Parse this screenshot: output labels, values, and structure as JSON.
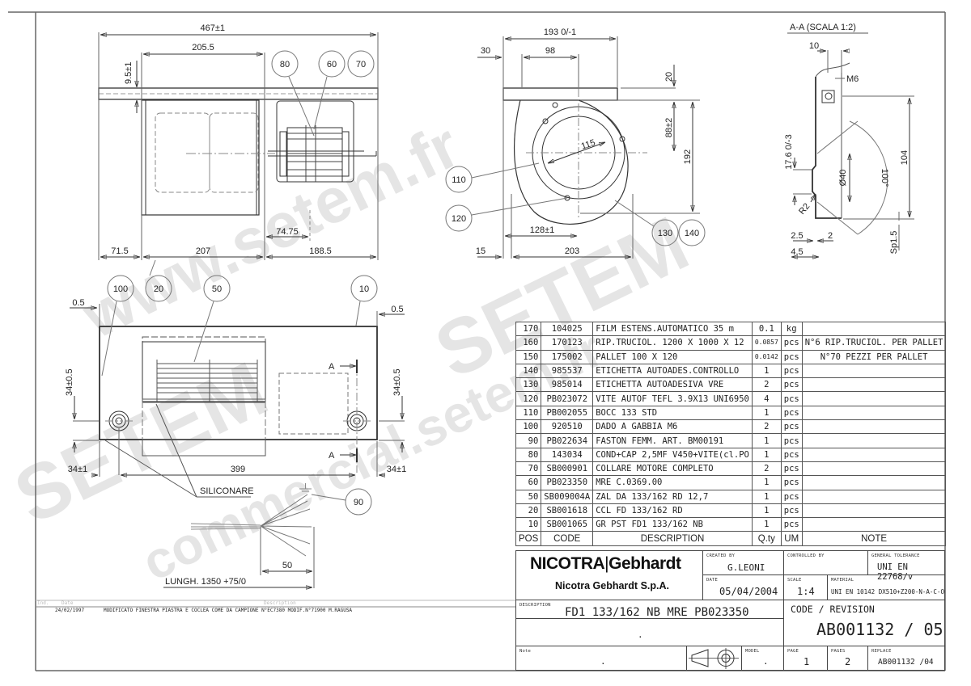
{
  "drawing": {
    "front_view": {
      "dims": {
        "overall_length": "467±1",
        "inlet_width": "205.5",
        "plate_thickness": "9.5±1",
        "left_offset": "71.5",
        "housing_width": "207",
        "motor_side": "188.5",
        "motor_offset": "74.75"
      },
      "balloons": [
        "80",
        "60",
        "70"
      ]
    },
    "side_view": {
      "dims": {
        "plate_width": "193 0/-1",
        "offset_30": "30",
        "offset_98": "98",
        "plate_20": "20",
        "height_88": "88±2",
        "height_192": "192",
        "radius_115": "115",
        "width_128": "128±1",
        "bottom_15": "15",
        "bottom_203": "203"
      },
      "balloons": [
        "110",
        "120",
        "130",
        "140"
      ]
    },
    "section_view": {
      "title": "A-A (SCALA 1:2)",
      "dims": {
        "top_10": "10",
        "thread": "M6",
        "h_17_6": "17.6 0/-3",
        "dia_40": "Ø40",
        "angle_100": "100°",
        "h_104": "104",
        "radius_r2": "R2",
        "t_2_5": "2.5",
        "t_2": "2",
        "t_4_5": "4.5",
        "sheet": "Sp1.5"
      }
    },
    "plan_view": {
      "dims": {
        "gap_left": "0.5",
        "gap_right": "0.5",
        "hole_y_left": "34±0.5",
        "hole_y_right": "34±0.5",
        "edge_left": "34±1",
        "hole_spacing": "399",
        "edge_right": "34±1",
        "cable_strip": "50",
        "cable_length": "LUNGH. 1350 +75/0"
      },
      "labels": {
        "section_marker": "A",
        "siliconare": "SILICONARE"
      },
      "balloons": [
        "100",
        "20",
        "50",
        "10",
        "90"
      ]
    },
    "watermarks": [
      "www.setem.fr",
      "SETEM",
      "commercial.setem.fr"
    ]
  },
  "revision_history": {
    "headers": {
      "ind": "Ind.",
      "date": "Date",
      "description": "Description"
    },
    "entries": [
      {
        "date": "24/02/1997",
        "description": "MODIFICATO FINESTRA PIASTRA E COCLEA COME DA CAMPIONE N°EC7380 MODIF.N°71900 M.RAGUSA"
      }
    ]
  },
  "bom": {
    "headers": {
      "pos": "POS",
      "code": "CODE",
      "description": "DESCRIPTION",
      "qty": "Q.ty",
      "um": "UM",
      "note": "NOTE"
    },
    "rows": [
      {
        "pos": "170",
        "code": "104025",
        "description": "FILM ESTENS.AUTOMATICO 35 m",
        "qty": "0.1",
        "um": "kg",
        "note": ""
      },
      {
        "pos": "160",
        "code": "170123",
        "description": "RIP.TRUCIOL. 1200 X 1000 X 12",
        "qty": "0.0857",
        "um": "pcs",
        "note": "N°6 RIP.TRUCIOL. PER PALLET"
      },
      {
        "pos": "150",
        "code": "175002",
        "description": "PALLET 100 X 120",
        "qty": "0.0142",
        "um": "pcs",
        "note": "N°70 PEZZI PER PALLET"
      },
      {
        "pos": "140",
        "code": "985537",
        "description": "ETICHETTA AUTOADES.CONTROLLO",
        "qty": "1",
        "um": "pcs",
        "note": ""
      },
      {
        "pos": "130",
        "code": "985014",
        "description": "ETICHETTA AUTOADESIVA VRE",
        "qty": "2",
        "um": "pcs",
        "note": ""
      },
      {
        "pos": "120",
        "code": "PB023072",
        "description": "VITE AUTOF TEFL 3.9X13 UNI6950",
        "qty": "4",
        "um": "pcs",
        "note": ""
      },
      {
        "pos": "110",
        "code": "PB002055",
        "description": "BOCC 133 STD",
        "qty": "1",
        "um": "pcs",
        "note": ""
      },
      {
        "pos": "100",
        "code": "920510",
        "description": "DADO A GABBIA M6",
        "qty": "2",
        "um": "pcs",
        "note": ""
      },
      {
        "pos": "90",
        "code": "PB022634",
        "description": "FASTON FEMM.  ART. BM00191",
        "qty": "1",
        "um": "pcs",
        "note": ""
      },
      {
        "pos": "80",
        "code": "143034",
        "description": "COND+CAP 2,5MF V450+VITE(cl.PO",
        "qty": "1",
        "um": "pcs",
        "note": ""
      },
      {
        "pos": "70",
        "code": "SB000901",
        "description": "COLLARE MOTORE COMPLETO",
        "qty": "2",
        "um": "pcs",
        "note": ""
      },
      {
        "pos": "60",
        "code": "PB023350",
        "description": "MRE C.0369.00",
        "qty": "1",
        "um": "pcs",
        "note": ""
      },
      {
        "pos": "50",
        "code": "SB009004A",
        "description": "ZAL DA 133/162 RD   12,7",
        "qty": "1",
        "um": "pcs",
        "note": ""
      },
      {
        "pos": "20",
        "code": "SB001618",
        "description": "CCL FD 133/162 RD",
        "qty": "1",
        "um": "pcs",
        "note": ""
      },
      {
        "pos": "10",
        "code": "SB001065",
        "description": "GR PST FD1 133/162 NB",
        "qty": "1",
        "um": "pcs",
        "note": ""
      }
    ]
  },
  "title_block": {
    "logo": {
      "left": "NICOTRA",
      "right": "Gebhardt"
    },
    "company": "Nicotra Gebhardt S.p.A.",
    "created_by": {
      "label": "CREATED BY",
      "value": "G.LEONI"
    },
    "controlled_by": {
      "label": "CONTROLLED BY",
      "value": ""
    },
    "general_tolerance": {
      "label": "GENERAL TOLERANCE",
      "value": "UNI EN 22768/v"
    },
    "date": {
      "label": "DATE",
      "value": "05/04/2004"
    },
    "scale": {
      "label": "SCALE",
      "value": "1:4"
    },
    "material": {
      "label": "MATERIAL",
      "value": "UNI EN 10142 DX510+Z200-N-A-C-O"
    },
    "description": {
      "label": "DESCRIPTION",
      "value": "FD1 133/162 NB MRE PB023350",
      "value2": "."
    },
    "code_revision": {
      "label": "CODE / REVISION",
      "value": "AB001132 / 05"
    },
    "note": {
      "label": "Note",
      "value": "."
    },
    "model": {
      "label": "MODEL",
      "value": "."
    },
    "page": {
      "label": "PAGE",
      "value": "1"
    },
    "pages": {
      "label": "PAGES",
      "value": "2"
    },
    "replace": {
      "label": "REPLACE",
      "value": "AB001132 /04"
    },
    "projection_symbol": "first-angle-projection-icon"
  }
}
